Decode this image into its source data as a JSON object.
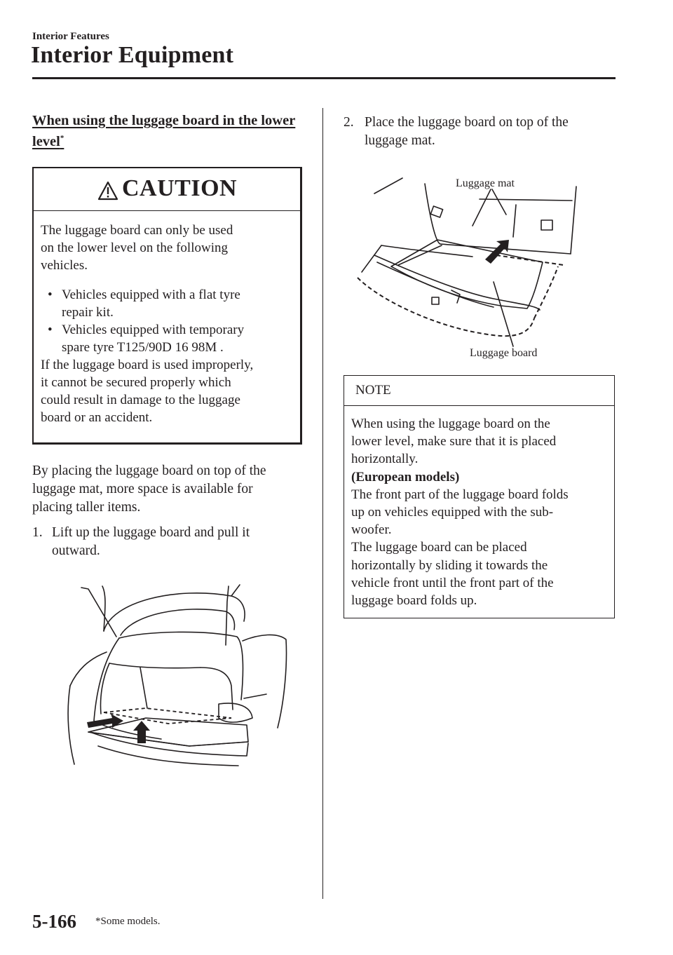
{
  "header": {
    "section": "Interior Features",
    "title": "Interior Equipment"
  },
  "left_column": {
    "subheading": "When using the luggage board in the lower level",
    "subheading_mark": "*",
    "caution": {
      "title": "CAUTION",
      "intro_lines": [
        "The luggage board can only be used",
        "on the lower level on the following",
        "vehicles."
      ],
      "bullets": [
        {
          "lines": [
            "Vehicles equipped with a flat tyre",
            "repair kit."
          ]
        },
        {
          "lines": [
            "Vehicles equipped with temporary",
            "spare tyre T125/90D 16 98M ."
          ]
        }
      ],
      "warning_lines": [
        "If the luggage board is used improperly,",
        "it cannot be secured properly which",
        "could result in damage to the luggage",
        "board or an accident."
      ]
    },
    "paragraph_lines": [
      "By placing the luggage board on top of the",
      "luggage mat, more space is available for",
      "placing taller items."
    ],
    "step1": {
      "number": "1.",
      "lines": [
        "Lift up the luggage board and pull it",
        "outward."
      ]
    }
  },
  "right_column": {
    "step2": {
      "number": "2.",
      "lines": [
        "Place the luggage board on top of the",
        "luggage mat."
      ]
    },
    "figure_labels": {
      "mat": "Luggage mat",
      "board": "Luggage board"
    },
    "note": {
      "title": "NOTE",
      "lines": [
        "When using the luggage board on the",
        "lower level, make sure that it is placed",
        "horizontally.",
        "(European models)",
        "The front part of the luggage board folds",
        "up on vehicles equipped with the sub-",
        "woofer.",
        "The luggage board can be placed",
        "horizontally by sliding it towards the",
        "vehicle front until the front part of the",
        "luggage board folds up."
      ]
    }
  },
  "footer": {
    "page_number": "5-166",
    "footnote": "*Some models."
  }
}
